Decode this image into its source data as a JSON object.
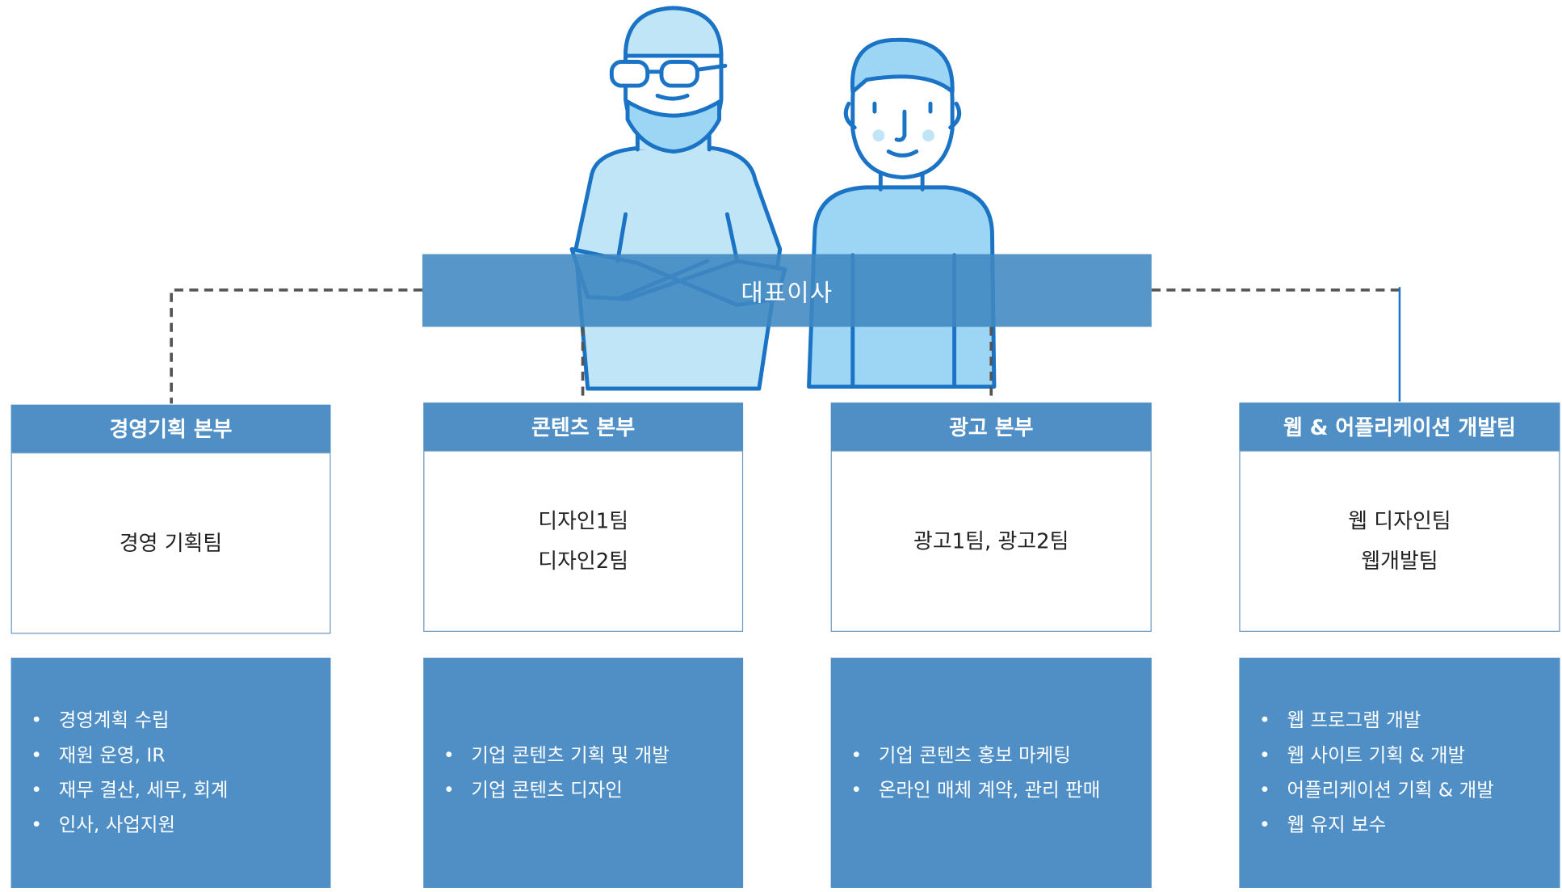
{
  "title": "대표이사",
  "departments": [
    {
      "name": "경영기획 본부",
      "teams": [
        "경영 기획팀"
      ],
      "duties": [
        "경영계획 수립",
        "재원 운영, IR",
        "재무 결산, 세무, 회계",
        "인사, 사업지원"
      ]
    },
    {
      "name": "콘텐츠 본부",
      "teams": [
        "디자인1팀",
        "디자인2팀"
      ],
      "duties": [
        "기업 콘텐츠 기획 및 개발",
        "기업 콘텐츠 디자인"
      ]
    },
    {
      "name": "광고 본부",
      "teams": [
        "광고1팀, 광고2팀"
      ],
      "duties": [
        "기업 콘텐츠 홍보 마케팅",
        "온라인 매체 계약, 관리 판매"
      ]
    },
    {
      "name": "웹 & 어플리케이션 개발팀",
      "teams": [
        "웹 디자인팀",
        "웹개발팀"
      ],
      "duties": [
        "웹 프로그램 개발",
        "웹 사이트 기획 & 개발",
        "어플리케이션 기획 & 개발",
        "웹 유지 보수"
      ]
    }
  ],
  "colors": {
    "header": "#4f8fc6",
    "ceo_bar": "#3f87c2",
    "line": "#555555",
    "illustration_stroke": "#1a73c4"
  },
  "icons": {
    "illustration_left": "bearded-man-glasses-arms-crossed",
    "illustration_right": "young-man-smiling"
  }
}
